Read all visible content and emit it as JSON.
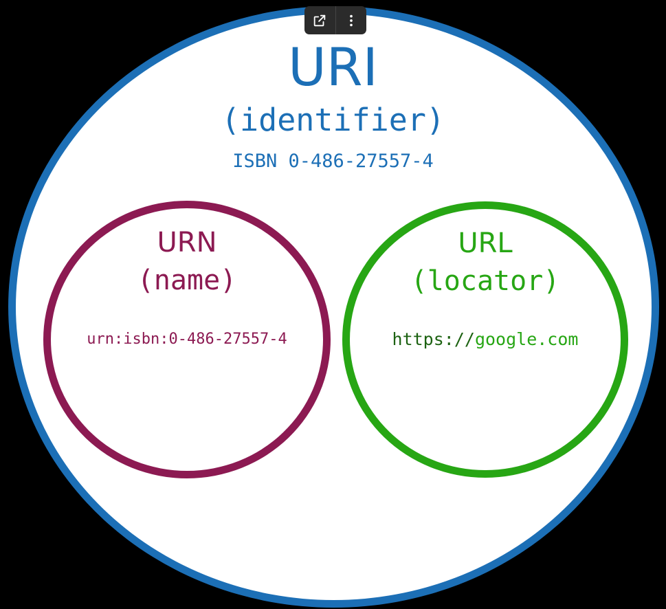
{
  "colors": {
    "uri": "#1c6fb6",
    "urn": "#8c1a52",
    "url": "#27a614",
    "url_scheme": "#1d6212",
    "toolbar": "#2b2b2b"
  },
  "toolbar": {
    "open_icon": "open-in-new-icon",
    "more_icon": "more-vertical-icon"
  },
  "uri": {
    "title": "URI",
    "subtitle": "(identifier)",
    "example": "ISBN 0-486-27557-4"
  },
  "urn": {
    "title": "URN",
    "subtitle": "(name)",
    "example": "urn:isbn:0-486-27557-4"
  },
  "url": {
    "title": "URL",
    "subtitle": "(locator)",
    "example_scheme": "https://",
    "example_host": "google.com"
  }
}
